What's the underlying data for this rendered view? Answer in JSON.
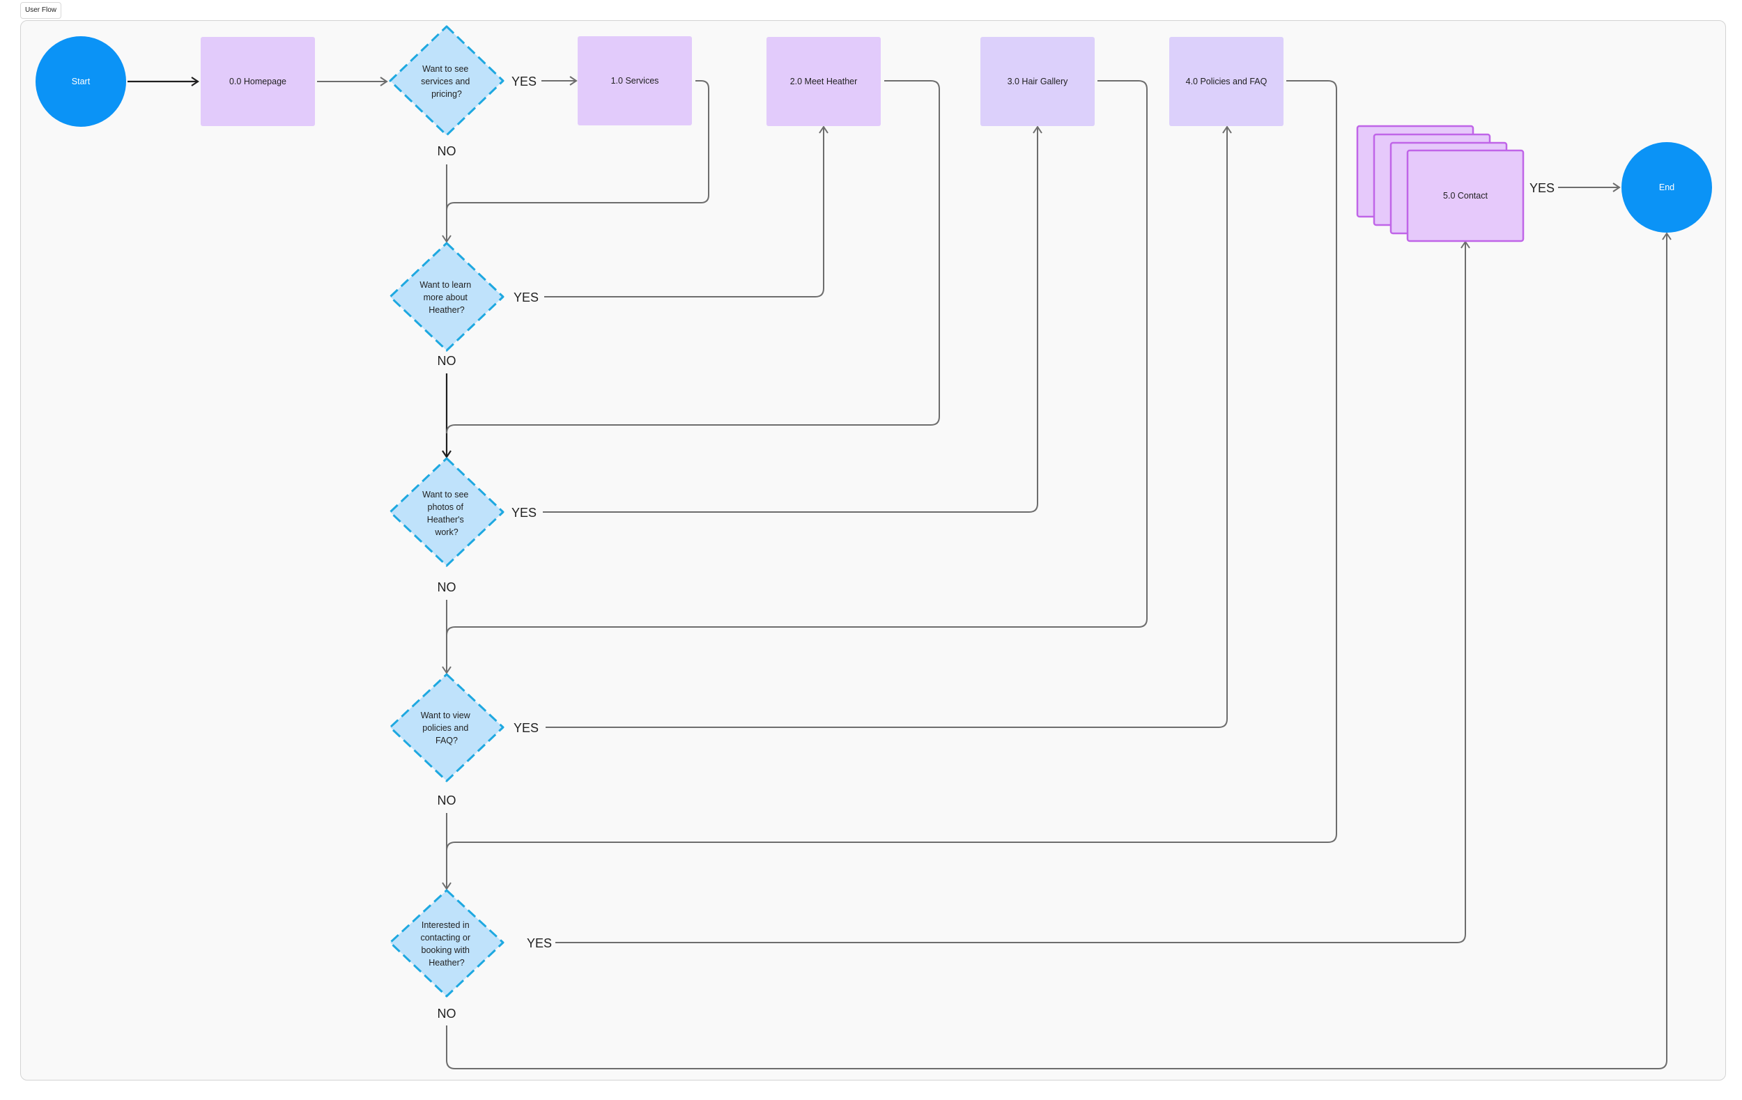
{
  "frame": {
    "title": "User Flow"
  },
  "colors": {
    "terminal": "#0b93f6",
    "page_box": "#e2cbfb",
    "page_box_alt": "#dcd0fb",
    "decision_fill": "#bfe2fb",
    "decision_stroke": "#1ea8e0",
    "contact_fill": "#e6c9fb",
    "contact_stroke": "#c065e8",
    "edge": "#6d6d6d"
  },
  "nodes": {
    "start": "Start",
    "end": "End",
    "homepage": "0.0 Homepage",
    "services": "1.0 Services",
    "meet_heather": "2.0 Meet Heather",
    "hair_gallery": "3.0 Hair Gallery",
    "policies": "4.0 Policies and FAQ",
    "contact": "5.0 Contact"
  },
  "decisions": {
    "d1": [
      "Want to see",
      "services and",
      "pricing?"
    ],
    "d2": [
      "Want to learn",
      "more about",
      "Heather?"
    ],
    "d3": [
      "Want to see",
      "photos of",
      "Heather's",
      "work?"
    ],
    "d4": [
      "Want to view",
      "policies and",
      "FAQ?"
    ],
    "d5": [
      "Interested in",
      "contacting or",
      "booking with",
      "Heather?"
    ]
  },
  "labels": {
    "yes": "YES",
    "no": "NO"
  }
}
